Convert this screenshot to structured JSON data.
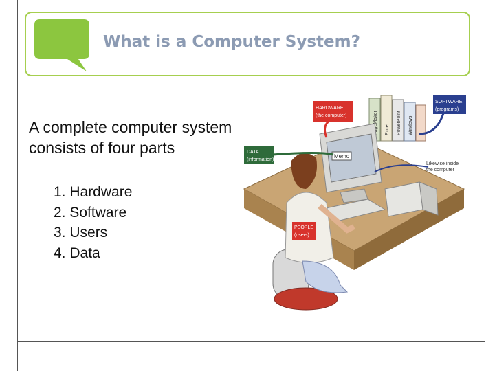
{
  "slide": {
    "title": "What is a Computer System?",
    "intro": "A complete computer system consists of four parts",
    "items": [
      "1. Hardware",
      "2. Software",
      "3. Users",
      "4. Data"
    ]
  },
  "illustration": {
    "labels": {
      "hardware": [
        "HARDWARE",
        "(the computer)"
      ],
      "software": [
        "SOFTWARE",
        "(programs)"
      ],
      "data": [
        "DATA",
        "(information)"
      ],
      "people": [
        "PEOPLE",
        "(users)"
      ],
      "screen": "Memo",
      "caption": [
        "Likewise inside",
        "the computer"
      ],
      "books": [
        "PageMaker",
        "Excel",
        "PowerPoint",
        "Windows"
      ]
    }
  },
  "colors": {
    "accent": "#a6cf4f",
    "title": "#8c9bb3",
    "label_red": "#d8322c",
    "label_blue": "#2a3f8f",
    "label_green": "#2e6b3a"
  }
}
